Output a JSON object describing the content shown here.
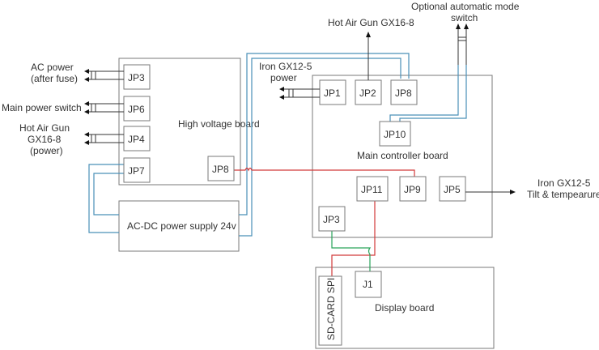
{
  "boards": {
    "high_voltage": "High voltage board",
    "ac_dc": "AC-DC power supply 24v",
    "main_controller": "Main controller board",
    "display": "Display board"
  },
  "connectors": {
    "hv_jp3": "JP3",
    "hv_jp6": "JP6",
    "hv_jp4": "JP4",
    "hv_jp7": "JP7",
    "hv_jp8": "JP8",
    "mc_jp1": "JP1",
    "mc_jp2": "JP2",
    "mc_jp8": "JP8",
    "mc_jp10": "JP10",
    "mc_jp11": "JP11",
    "mc_jp9": "JP9",
    "mc_jp5": "JP5",
    "mc_jp3": "JP3",
    "disp_j1": "J1",
    "disp_sd": "SD-CARD SPI"
  },
  "external_labels": {
    "ac_power": [
      "AC power",
      "(after fuse)"
    ],
    "main_switch": [
      "Main power switch"
    ],
    "hot_air_power": [
      "Hot Air Gun",
      "GX16-8",
      "(power)"
    ],
    "iron_power": [
      "Iron GX12-5",
      "power"
    ],
    "hot_air_gun": [
      "Hot Air Gun GX16-8"
    ],
    "auto_mode": [
      "Optional automatic mode",
      "switch"
    ],
    "iron_tilt": [
      "Iron GX12-5",
      "Tilt & tempearure"
    ]
  },
  "wire_colors": {
    "power": "#4a90b8",
    "spi": "#d23a3a",
    "display": "#2aa35a"
  }
}
